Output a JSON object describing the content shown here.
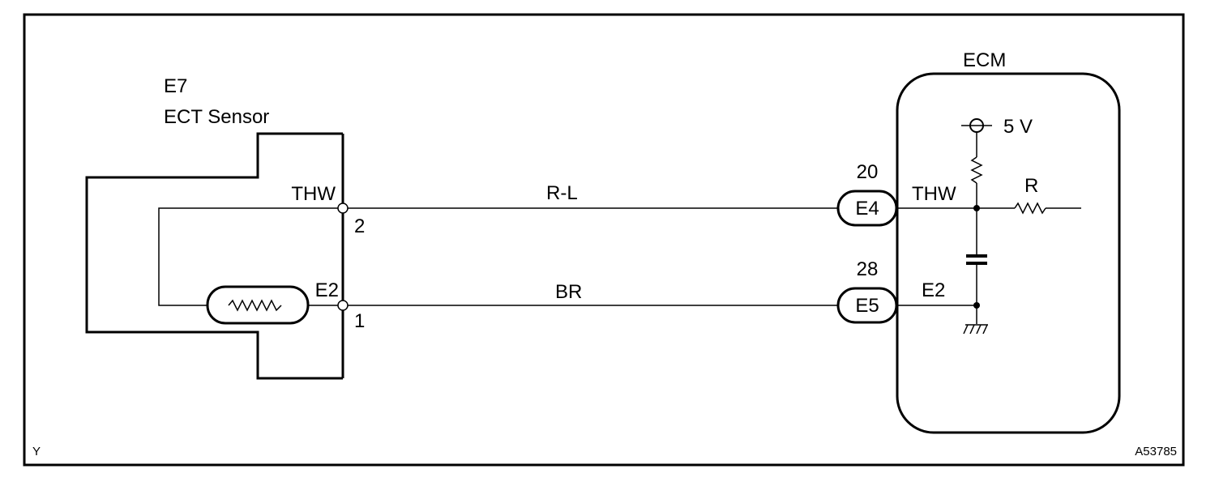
{
  "sensor": {
    "code": "E7",
    "name": "ECT Sensor",
    "pins": [
      {
        "signal": "THW",
        "pin": "2"
      },
      {
        "signal": "E2",
        "pin": "1"
      }
    ]
  },
  "wires": [
    {
      "color": "R-L"
    },
    {
      "color": "BR"
    }
  ],
  "ecm": {
    "label": "ECM",
    "connectors": [
      {
        "connector": "E4",
        "pin": "20",
        "signal": "THW"
      },
      {
        "connector": "E5",
        "pin": "28",
        "signal": "E2"
      }
    ],
    "supply": "5 V",
    "resistor_label": "R"
  },
  "footer": {
    "left_code": "Y",
    "figure_id": "A53785"
  }
}
